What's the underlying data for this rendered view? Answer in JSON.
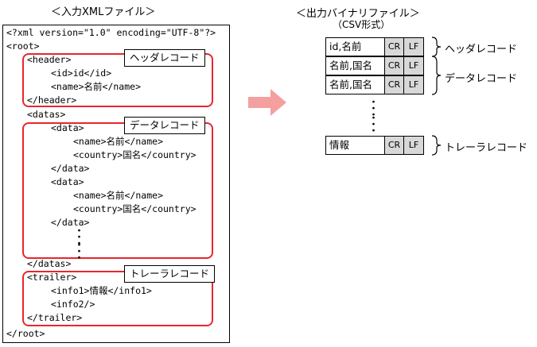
{
  "input_title": "＜入力XMLファイル＞",
  "output_title": "＜出力バイナリファイル＞",
  "output_subtitle": "（CSV形式）",
  "xml_lines": [
    "<?xml version=\"1.0\" encoding=\"UTF-8\"?>",
    "<root>",
    "<header>",
    "<id>id</id>",
    "<name>名前</name>",
    "</header>",
    "<datas>",
    "<data>",
    "<name>名前</name>",
    "<country>国名</country>",
    "</data>",
    "<data>",
    "<name>名前</name>",
    "<country>国名</country>",
    "</data>",
    "</datas>",
    "<trailer>",
    "<info1>情報</info1>",
    "<info2/>",
    "</trailer>",
    "</root>"
  ],
  "xml_labels": {
    "header": "ヘッダレコード",
    "data": "データレコード",
    "trailer": "トレーラレコード"
  },
  "csv_records": [
    {
      "text": "id,名前",
      "cr": "CR",
      "lf": "LF"
    },
    {
      "text": "名前,国名",
      "cr": "CR",
      "lf": "LF"
    },
    {
      "text": "名前,国名",
      "cr": "CR",
      "lf": "LF"
    },
    {
      "text": "情報",
      "cr": "CR",
      "lf": "LF"
    }
  ],
  "csv_labels": {
    "header": "ヘッダレコード",
    "data": "データレコード",
    "trailer": "トレーラレコード"
  },
  "colors": {
    "highlight_border": "#e8262e",
    "arrow": "#f4a0a0",
    "cell_fill": "#d8d8d8"
  }
}
